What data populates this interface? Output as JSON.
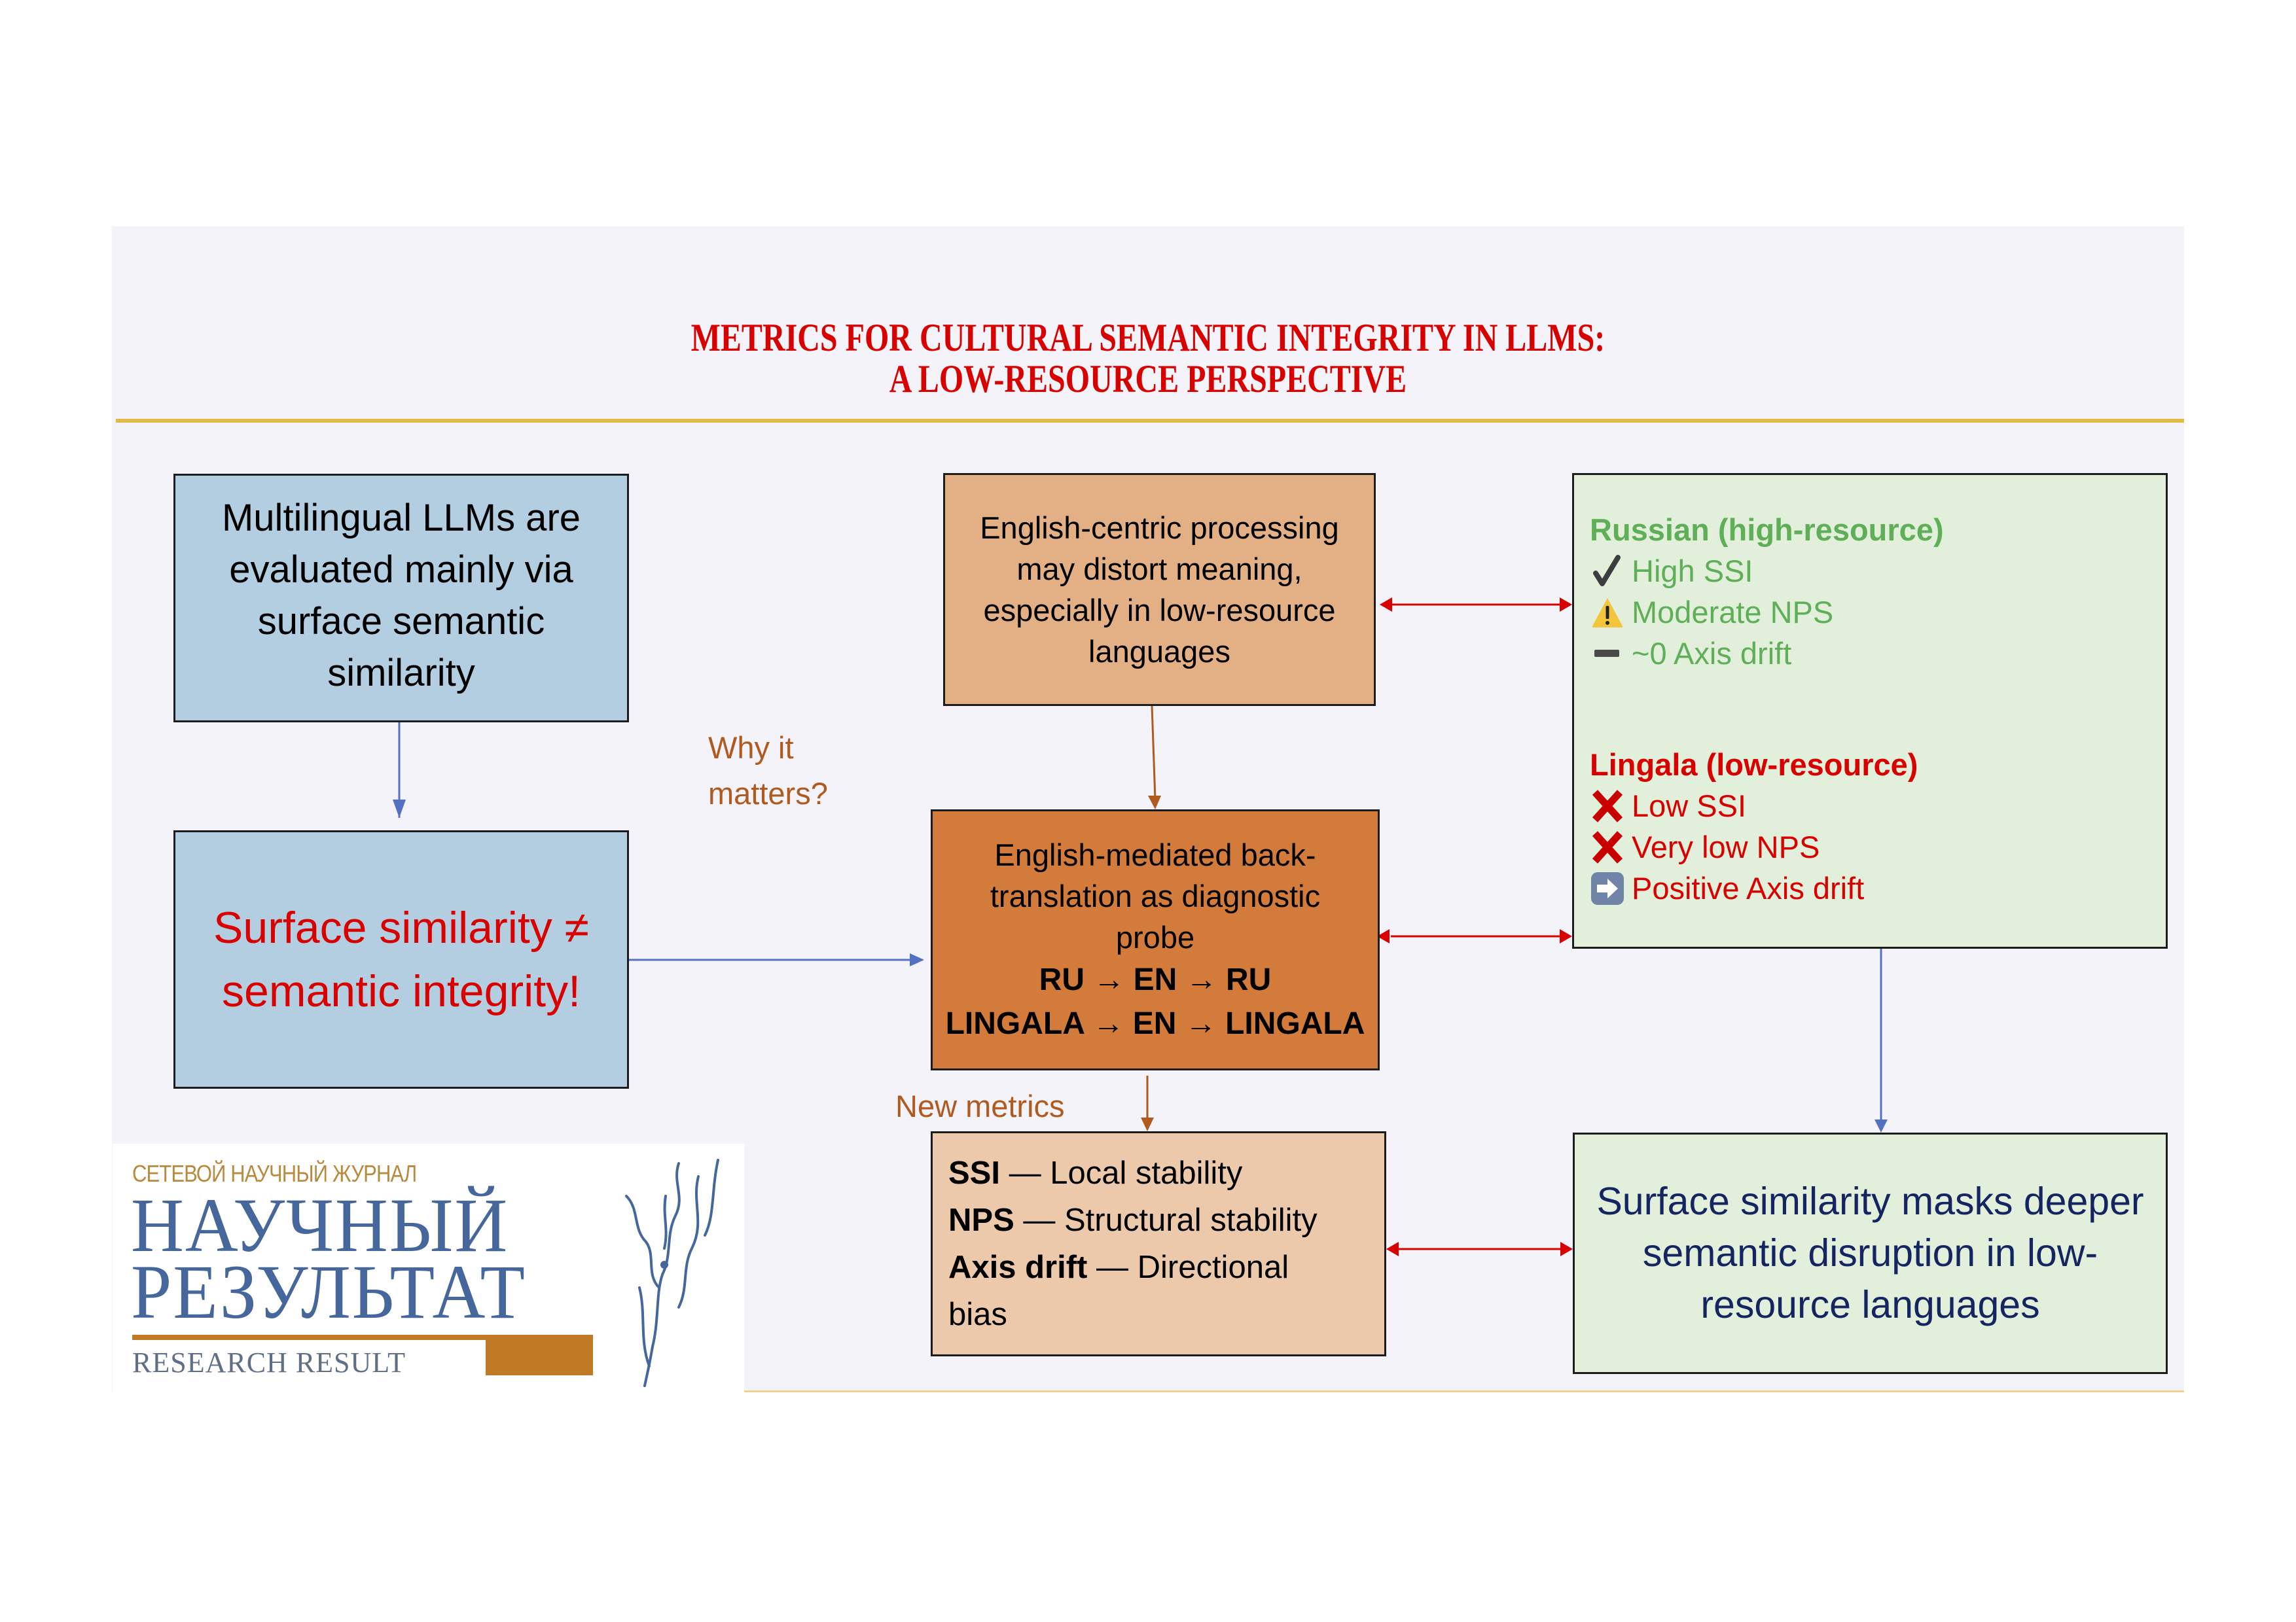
{
  "title": {
    "line1": "METRICS FOR CULTURAL SEMANTIC INTEGRITY IN LLMS:",
    "line2": "A LOW-RESOURCE PERSPECTIVE"
  },
  "boxes": {
    "evaluation": {
      "lines": [
        "Multilingual LLMs are",
        "evaluated mainly via",
        "surface semantic",
        "similarity"
      ]
    },
    "inequality": {
      "lines": [
        "Surface similarity ≠",
        "semantic integrity!"
      ]
    },
    "english_centric": {
      "lines": [
        "English-centric processing",
        "may distort meaning,",
        "especially in low-resource",
        "languages"
      ]
    },
    "probe": {
      "lines": [
        "English-mediated back-",
        "translation as diagnostic",
        "probe"
      ],
      "paths": [
        "RU → EN →  RU",
        "LINGALA → EN → LINGALA"
      ]
    },
    "metrics": {
      "items": [
        {
          "term": "SSI",
          "desc": " — Local stability"
        },
        {
          "term": "NPS",
          "desc": " — Structural stability"
        },
        {
          "term": "Axis drift",
          "desc": " — Directional"
        }
      ],
      "continuation": "bias"
    },
    "results": {
      "russian": {
        "header": "Russian (high-resource)",
        "items": [
          {
            "icon": "check-icon",
            "text": "High SSI"
          },
          {
            "icon": "warning-icon",
            "text": "Moderate NPS"
          },
          {
            "icon": "minus-icon",
            "text": "~0 Axis drift"
          }
        ]
      },
      "lingala": {
        "header": "Lingala (low-resource)",
        "items": [
          {
            "icon": "cross-icon",
            "text": "Low SSI"
          },
          {
            "icon": "cross-icon",
            "text": "Very low NPS"
          },
          {
            "icon": "right-arrow-icon",
            "text": "Positive Axis drift"
          }
        ]
      }
    },
    "conclusion": {
      "lines": [
        "Surface similarity masks deeper",
        "semantic disruption in low-",
        "resource languages"
      ]
    }
  },
  "labels": {
    "why": [
      "Why it",
      "matters?"
    ],
    "new_metrics": "New metrics"
  },
  "logo": {
    "subtitle": "СЕТЕВОЙ НАУЧНЫЙ ЖУРНАЛ",
    "line1": "НАУЧНЫЙ",
    "line2": "РЕЗУЛЬТАТ",
    "english": "RESEARCH RESULT"
  },
  "colors": {
    "title_red": "#d90000",
    "blue_box": "#b3cde1",
    "light_orange_box": "#e3b085",
    "dark_orange_box": "#d37b3a",
    "peach_box": "#edc9ab",
    "green_box": "#e2efda",
    "russian_green": "#5fae58",
    "lingala_red": "#d90000",
    "conclusion_navy": "#142561",
    "label_brown": "#b05a1f",
    "connector_blue": "#5470c0",
    "connector_brown": "#b05a1f",
    "connector_red": "#d90000",
    "rule_gold": "#e1bb47"
  }
}
